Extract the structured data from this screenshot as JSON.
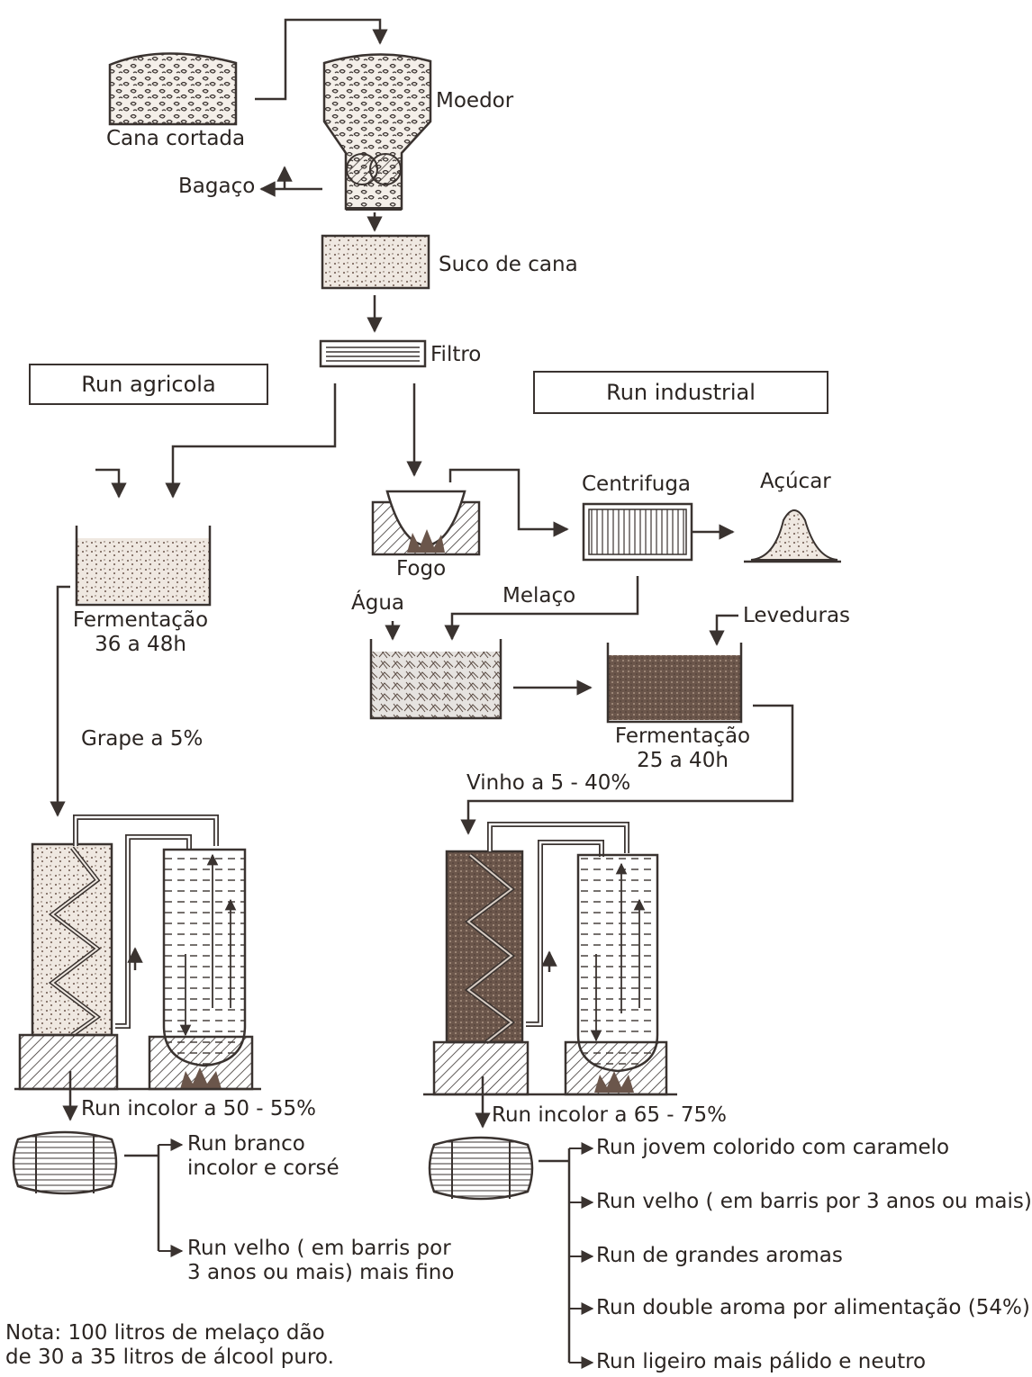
{
  "inputs": {
    "cana_cortada": "Cana cortada",
    "moedor": "Moedor",
    "bagaco": "Bagaço",
    "suco_de_cana": "Suco de cana",
    "filtro": "Filtro"
  },
  "branches": {
    "agricola_title": "Run agricola",
    "industrial_title": "Run industrial"
  },
  "agricola": {
    "fermentacao": "Fermentação",
    "fermentacao_tempo": "36 a 48h",
    "grape": "Grape a 5%",
    "run_incolor": "Run incolor a 50 - 55%",
    "outputs": [
      "Run branco\nincolor e corsé",
      "Run velho ( em barris por\n3 anos ou mais) mais fino"
    ]
  },
  "industrial": {
    "fogo": "Fogo",
    "centrifuga": "Centrifuga",
    "acucar": "Açúcar",
    "melaco": "Melaço",
    "agua": "Água",
    "leveduras": "Leveduras",
    "fermentacao": "Fermentação",
    "fermentacao_tempo": "25 a 40h",
    "vinho": "Vinho a 5 - 40%",
    "run_incolor": "Run incolor a 65 - 75%",
    "outputs": [
      "Run jovem colorido com caramelo",
      "Run velho ( em barris por 3 anos ou mais)",
      "Run de grandes aromas",
      "Run double aroma por alimentação (54%)",
      "Run ligeiro mais pálido e neutro"
    ]
  },
  "nota": "Nota: 100 litros de melaço dão\nde 30 a 35 litros de álcool puro.",
  "colors": {
    "ink": "#3a3330",
    "text": "#2b2522",
    "dark_fill": "#6b564b",
    "light_fill": "#d8cdc4"
  }
}
